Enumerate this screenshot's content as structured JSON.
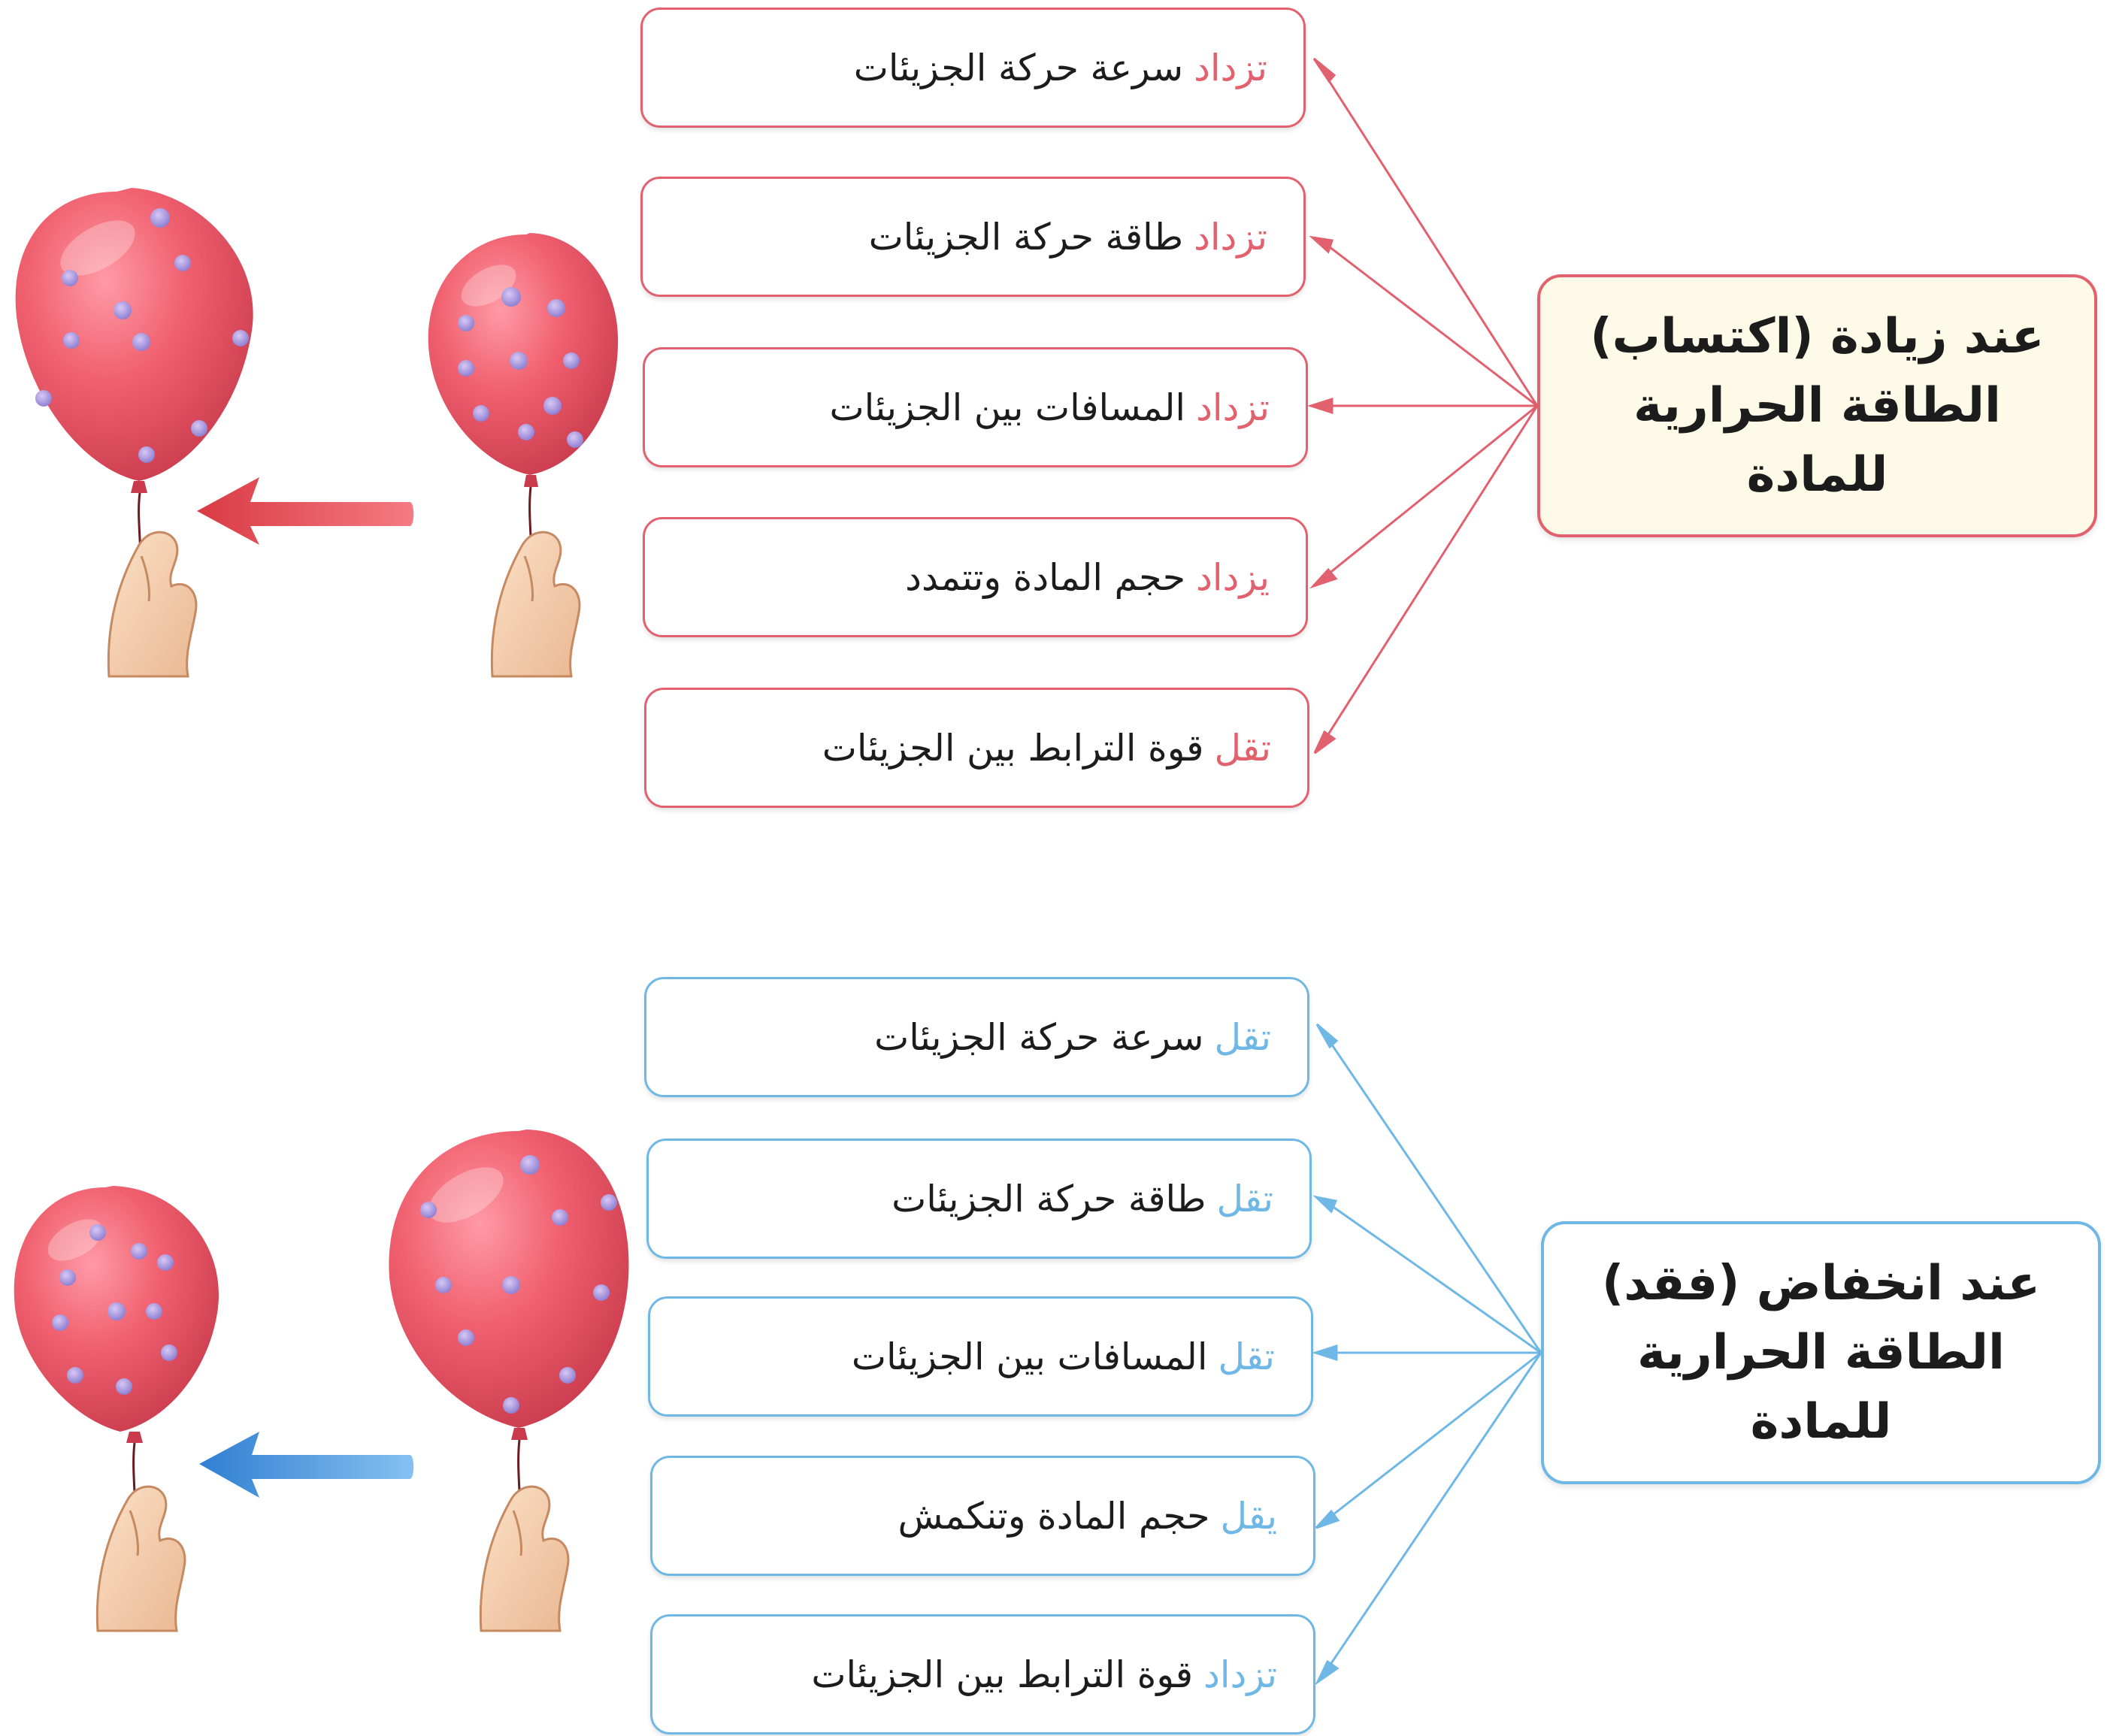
{
  "colors": {
    "heat_gain": "#e2616e",
    "heat_loss": "#6fb8e6",
    "hub_gain_fill": "#fdfbe7",
    "balloon": "#f0606f",
    "arrow_red": "#e8464f",
    "arrow_blue": "#3f93dd"
  },
  "heat_gain": {
    "hub_lines": [
      "عند زيادة (اكتساب)",
      "الطاقة الحرارية",
      "للمادة"
    ],
    "items": [
      {
        "verb": "تزداد",
        "rest": "سرعة حركة الجزيئات"
      },
      {
        "verb": "تزداد",
        "rest": "طاقة حركة  الجزيئات"
      },
      {
        "verb": "تزداد",
        "rest": "المسافات بين الجزيئات"
      },
      {
        "verb": "يزداد",
        "rest": "حجم المادة وتتمدد"
      },
      {
        "verb": "تقل",
        "rest": "قوة الترابط بين الجزيئات"
      }
    ]
  },
  "heat_loss": {
    "hub_lines": [
      "عند انخفاض (فقد)",
      "الطاقة الحرارية",
      "للمادة"
    ],
    "items": [
      {
        "verb": "تقل",
        "rest": "سرعة حركة الجزيئات"
      },
      {
        "verb": "تقل",
        "rest": "طاقة حركة الجزيئات"
      },
      {
        "verb": "تقل",
        "rest": "المسافات بين الجزيئات"
      },
      {
        "verb": "يقل",
        "rest": "حجم المادة وتنكمش"
      },
      {
        "verb": "تزداد",
        "rest": "قوة الترابط بين الجزيئات"
      }
    ]
  }
}
